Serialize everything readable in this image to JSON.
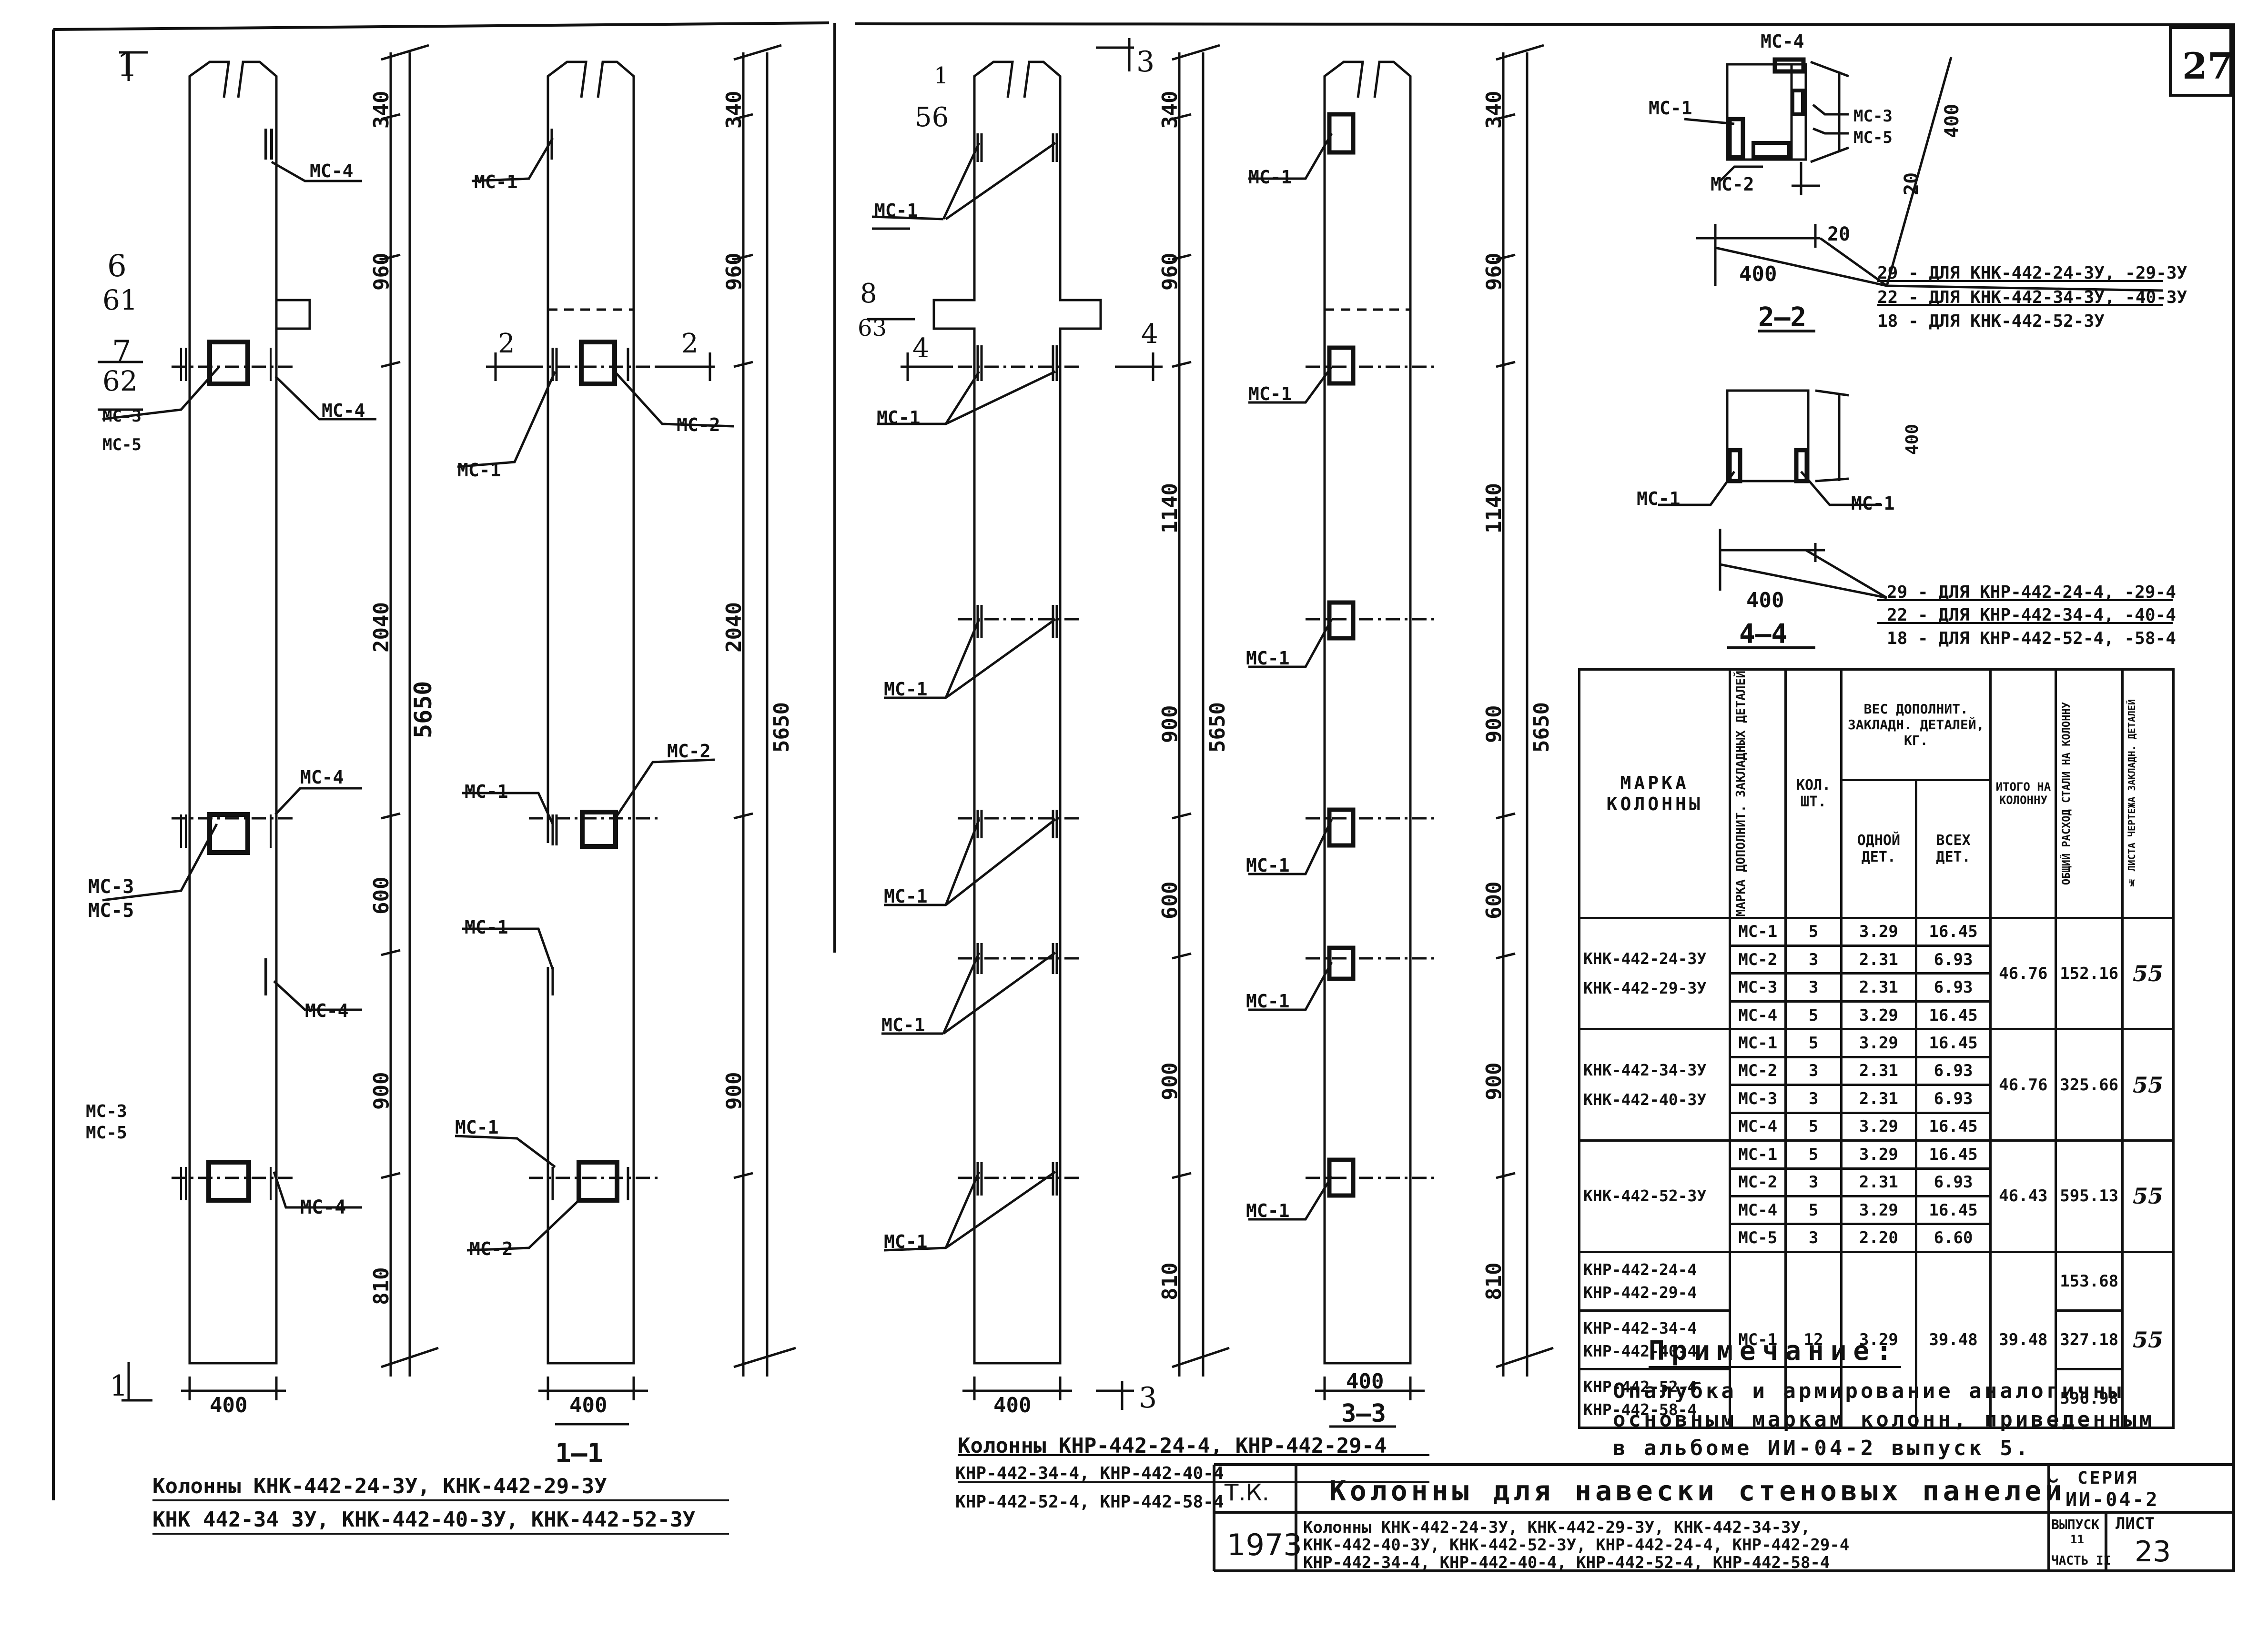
{
  "sheet_number": "27",
  "drawings": {
    "col1": {
      "dims": [
        "340",
        "960",
        "2040",
        "600",
        "900",
        "810"
      ],
      "total": "5650",
      "width": "400",
      "section_marks": [
        "6",
        "61",
        "7",
        "62"
      ],
      "labels": [
        "МС-4",
        "МС-3",
        "МС-5",
        "МС-4",
        "МС-4",
        "МС-3",
        "МС-5",
        "МС-4",
        "МС-3",
        "МС-5",
        "МС-4"
      ],
      "cut_mark": "1"
    },
    "col2": {
      "dims": [
        "340",
        "960",
        "2040",
        "900"
      ],
      "total": "5650",
      "width": "400",
      "labels": [
        "МС-1",
        "МС-1",
        "МС-2",
        "МС-1",
        "МС-2",
        "МС-1",
        "МС-1",
        "МС-2"
      ],
      "cut_marks": [
        "2",
        "2"
      ],
      "section_title": "1—1"
    },
    "col3": {
      "dims": [
        "340",
        "960",
        "1140",
        "900",
        "600",
        "900",
        "810"
      ],
      "total": "5650",
      "width": "400",
      "section_marks": [
        "1",
        "56",
        "8",
        "63"
      ],
      "labels": [
        "МС-1",
        "МС-1",
        "МС-1",
        "МС-1",
        "МС-1",
        "МС-1"
      ],
      "cut_marks": [
        "3",
        "4",
        "4",
        "3"
      ]
    },
    "col4": {
      "dims": [
        "340",
        "960",
        "1140",
        "900",
        "600",
        "900",
        "810"
      ],
      "total": "5650",
      "width": "400",
      "labels": [
        "МС-1",
        "МС-1",
        "МС-1",
        "МС-1",
        "МС-1",
        "МС-1"
      ],
      "section_title": "3—3"
    },
    "sec22": {
      "title": "2—2",
      "labels": [
        "МС-4",
        "МС-1",
        "МС-3",
        "МС-5",
        "МС-2"
      ],
      "dims": [
        "400",
        "20",
        "20",
        "400"
      ],
      "notes": [
        "29 - ДЛЯ КНК-442-24-3У, -29-3У",
        "22 - ДЛЯ КНК-442-34-3У, -40-3У",
        "18 - ДЛЯ КНК-442-52-3У"
      ]
    },
    "sec44": {
      "title": "4—4",
      "labels": [
        "МС-1",
        "МС-1"
      ],
      "dims": [
        "400",
        "400"
      ],
      "notes": [
        "29 - ДЛЯ КНР-442-24-4, -29-4",
        "22 - ДЛЯ КНР-442-34-4, -40-4",
        "18 - ДЛЯ КНР-442-52-4, -58-4"
      ]
    }
  },
  "captions": {
    "left_line1": "Колонны КНК-442-24-3У, КНК-442-29-3У",
    "left_line2": "КНК 442-34 3У, КНК-442-40-3У, КНК-442-52-3У",
    "right_line1": "Колонны КНР-442-24-4, КНР-442-29-4",
    "right_line2": "КНР-442-34-4, КНР-442-40-4",
    "right_line3": "КНР-442-52-4, КНР-442-58-4"
  },
  "table": {
    "headers": {
      "mark": "МАРКА КОЛОННЫ",
      "detail_mark": "МАРКА ДОПОЛНИТ. ЗАКЛАДНЫХ ДЕТАЛЕЙ",
      "qty": "КОЛ. ШТ.",
      "weight": "ВЕС ДОПОЛНИТ. ЗАКЛАДН. ДЕТАЛЕЙ, КГ.",
      "one": "ОДНОЙ ДЕТ.",
      "all": "ВСЕХ ДЕТ.",
      "total": "ИТОГО НА КОЛОННУ",
      "steel": "ОБЩИЙ РАСХОД СТАЛИ НА КОЛОННУ",
      "sheet_ref": "№ ЛИСТА ЧЕРТЕЖА ЗАКЛАДН. ДЕТАЛЕЙ"
    },
    "groups": [
      {
        "marks": [
          "КНК-442-24-3У",
          "КНК-442-29-3У"
        ],
        "rows": [
          [
            "МС-1",
            "5",
            "3.29",
            "16.45"
          ],
          [
            "МС-2",
            "3",
            "2.31",
            "6.93"
          ],
          [
            "МС-3",
            "3",
            "2.31",
            "6.93"
          ],
          [
            "МС-4",
            "5",
            "3.29",
            "16.45"
          ]
        ],
        "total": "46.76",
        "steel": "152.16",
        "sheet": "55"
      },
      {
        "marks": [
          "КНК-442-34-3У",
          "КНК-442-40-3У"
        ],
        "rows": [
          [
            "МС-1",
            "5",
            "3.29",
            "16.45"
          ],
          [
            "МС-2",
            "3",
            "2.31",
            "6.93"
          ],
          [
            "МС-3",
            "3",
            "2.31",
            "6.93"
          ],
          [
            "МС-4",
            "5",
            "3.29",
            "16.45"
          ]
        ],
        "total": "46.76",
        "steel": "325.66",
        "sheet": "55"
      },
      {
        "marks": [
          "КНК-442-52-3У"
        ],
        "rows": [
          [
            "МС-1",
            "5",
            "3.29",
            "16.45"
          ],
          [
            "МС-2",
            "3",
            "2.31",
            "6.93"
          ],
          [
            "МС-4",
            "5",
            "3.29",
            "16.45"
          ],
          [
            "МС-5",
            "3",
            "2.20",
            "6.60"
          ]
        ],
        "total": "46.43",
        "steel": "595.13",
        "sheet": "55"
      }
    ],
    "knr": {
      "marks": [
        [
          "КНР-442-24-4",
          "КНР-442-29-4"
        ],
        [
          "КНР-442-34-4",
          "КНР-442-40-4"
        ],
        [
          "КНР-442-52-4",
          "КНР-442-58-4"
        ]
      ],
      "detail": "МС-1",
      "qty": "12",
      "one": "3.29",
      "all": "39.48",
      "total": "39.48",
      "steels": [
        "153.68",
        "327.18",
        "596.98"
      ],
      "sheet": "55"
    }
  },
  "note": {
    "title": "Примечание:",
    "line1": "Опалубка и армирование аналогичны",
    "line2": "основным маркам колонн, приведенным",
    "line3": "в альбоме ИИ-04-2 выпуск 5."
  },
  "title_block": {
    "tk": "Т.К.",
    "year": "1973",
    "title": "Колонны для навески стеновых панелей",
    "series_label": "СЕРИЯ",
    "series": "ИИ-04-2",
    "desc1": "Колонны КНК-442-24-3У, КНК-442-29-3У, КНК-442-34-3У,",
    "desc2": "КНК-442-40-3У, КНК-442-52-3У, КНР-442-24-4, КНР-442-29-4",
    "desc3": "КНР-442-34-4, КНР-442-40-4, КНР-442-52-4, КНР-442-58-4",
    "issue_label": "ВЫПУСК",
    "issue": "11",
    "part": "ЧАСТЬ II",
    "sheet_label": "ЛИСТ",
    "sheet": "23"
  }
}
